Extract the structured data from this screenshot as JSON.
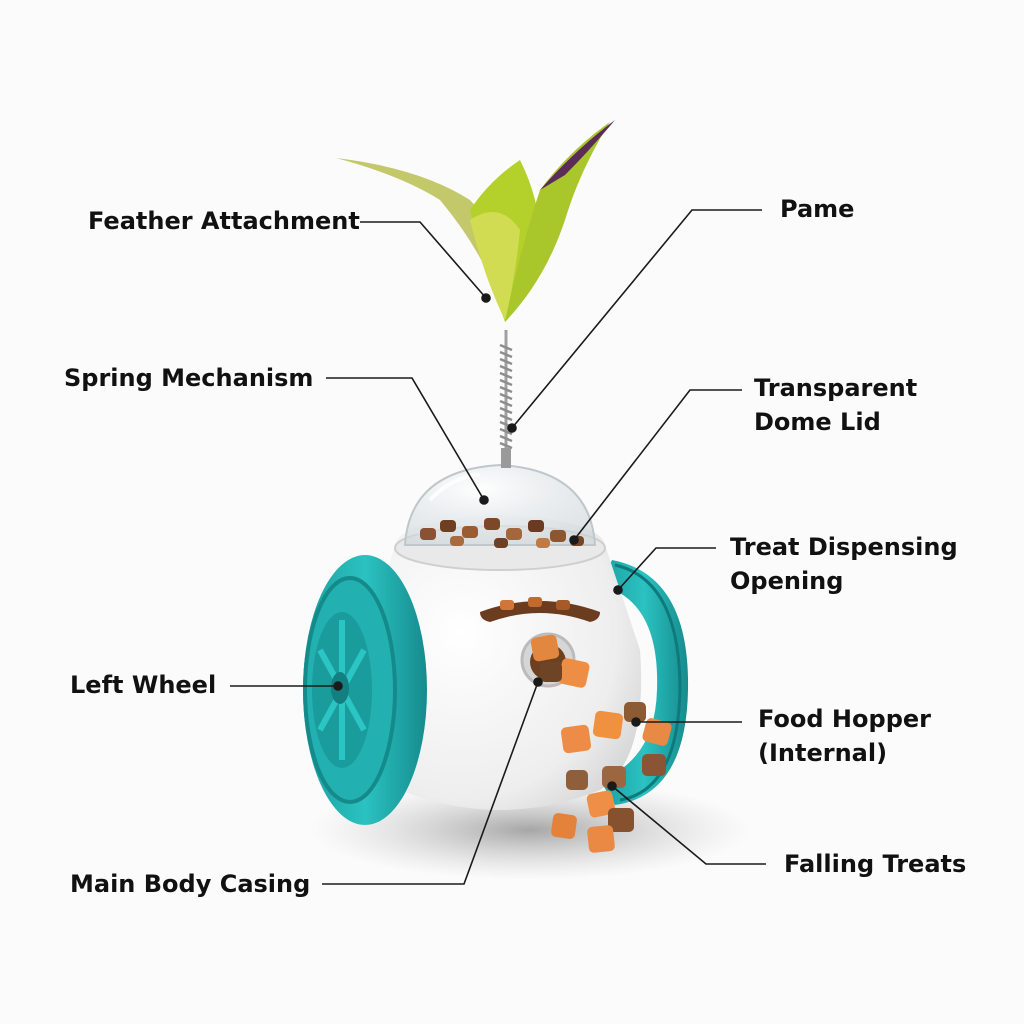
{
  "colors": {
    "background": "#fbfbfb",
    "wheel": "#21b5b5",
    "body": "#f4f4f4",
    "feather": "#b6d12c",
    "treat": "#e8853f",
    "leader_line": "#1a1a1a"
  },
  "labels": {
    "feather_attachment": "Feather Attachment",
    "pame": "Pame",
    "spring_mechanism": "Spring Mechanism",
    "dome_lid": {
      "line1": "Transparent",
      "line2": "Dome Lid"
    },
    "treat_opening": {
      "line1": "Treat Dispensing",
      "line2": "Opening"
    },
    "left_wheel": "Left Wheel",
    "food_hopper": {
      "line1": "Food Hopper",
      "line2": "(Internal)"
    },
    "main_body": "Main Body Casing",
    "falling_treats": "Falling Treats"
  },
  "icons": {
    "product": "treat-dispensing-cat-toy-illustration"
  }
}
